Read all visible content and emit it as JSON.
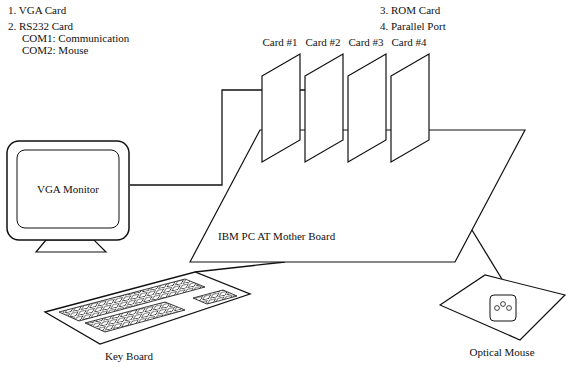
{
  "diagram": {
    "nodes": [
      {
        "text": [
          "VGA Monitor"
        ]
      },
      {
        "text": [
          "Card #1"
        ]
      },
      {
        "text": [
          "Card #2"
        ]
      },
      {
        "text": [
          "Card #3"
        ]
      },
      {
        "text": [
          "Card #4"
        ]
      },
      {
        "text": [
          "IBM PC AT Mother Board"
        ]
      },
      {
        "text": [
          "Key Board"
        ]
      },
      {
        "text": [
          "Optical Mouse"
        ]
      }
    ],
    "edges": [
      {
        "from": 0,
        "to": 2,
        "arrow": "none"
      },
      {
        "from": 6,
        "to": 5,
        "arrow": "none"
      },
      {
        "from": 7,
        "to": 5,
        "arrow": "none"
      }
    ],
    "labels": [
      "1. VGA Card",
      "2. RS232 Card",
      "COM1: Communication",
      "COM2: Mouse",
      "3. ROM Card",
      "4. Parallel Port"
    ]
  }
}
